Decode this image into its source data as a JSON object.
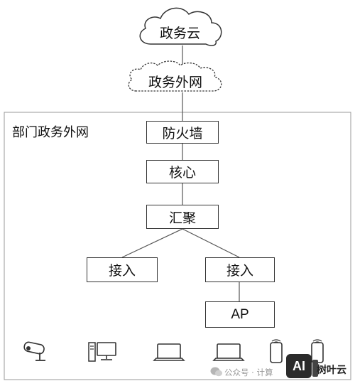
{
  "cloud_top": "政务云",
  "cloud_mid": "政务外网",
  "region_label": "部门政务外网",
  "nodes": {
    "firewall": "防火墙",
    "core": "核心",
    "aggregation": "汇聚",
    "access_left": "接入",
    "access_right": "接入",
    "ap": "AP"
  },
  "devices": [
    "camera-icon",
    "desktop-icon",
    "laptop-icon",
    "laptop-icon",
    "phone-icon",
    "phone-icon"
  ],
  "watermark": {
    "text": "公众号 · 计算",
    "badge": "AI",
    "brand": "树叶云"
  }
}
